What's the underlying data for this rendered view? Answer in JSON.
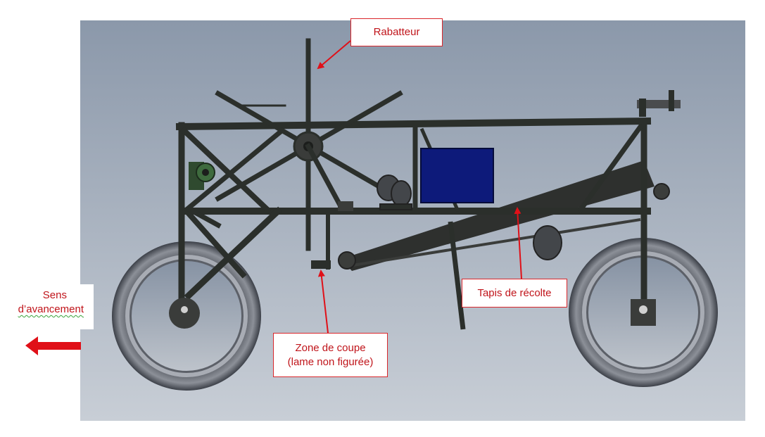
{
  "labels": {
    "rabatteur": "Rabatteur",
    "tapis": "Tapis de récolte",
    "zone_line1": "Zone de coupe",
    "zone_line2": "(lame non figurée)",
    "sens_line1": "Sens",
    "sens_line2": "d’avancement"
  },
  "colors": {
    "annotation": "#c0141a",
    "frame": "#2b2f2b",
    "box": "#0d1a7a",
    "background_top": "#8b98aa",
    "background_bottom": "#c8ced6"
  }
}
